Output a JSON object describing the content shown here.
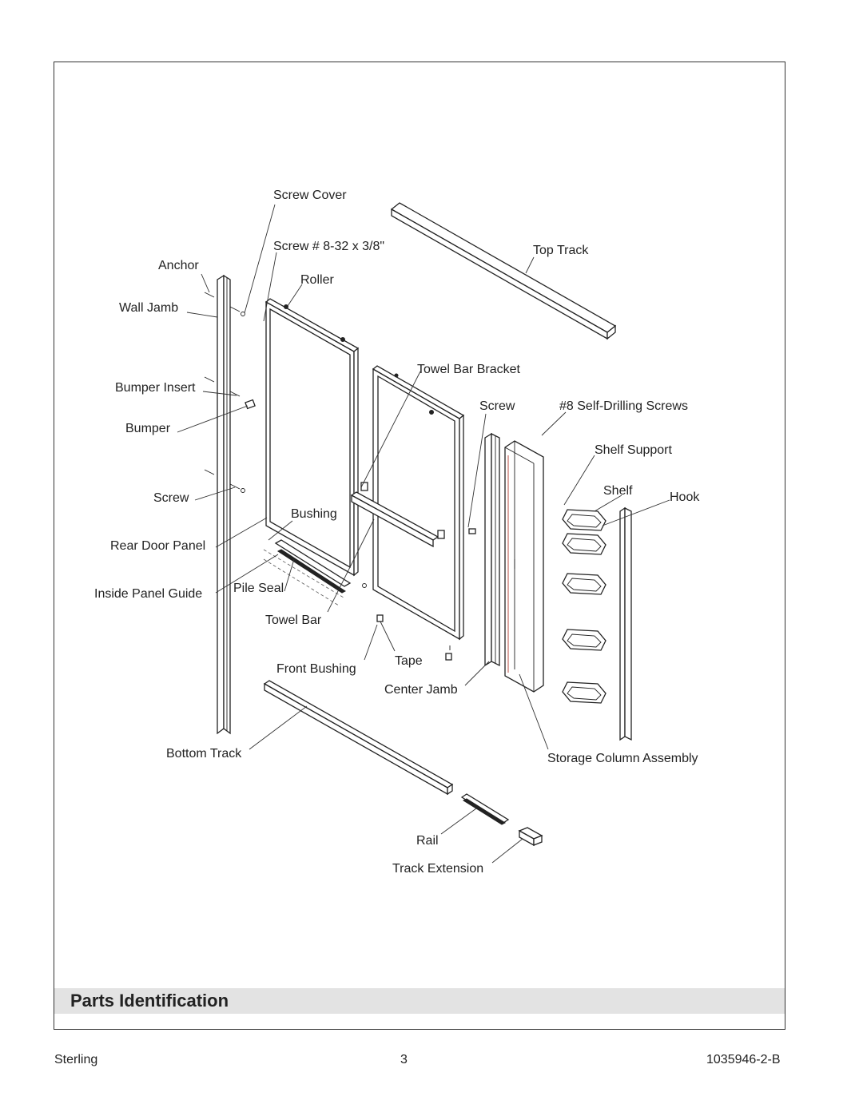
{
  "section_title": "Parts Identification",
  "labels": {
    "screw_cover": "Screw Cover",
    "screw_832": "Screw # 8-32 x 3/8\"",
    "top_track": "Top Track",
    "anchor": "Anchor",
    "roller": "Roller",
    "wall_jamb": "Wall Jamb",
    "towel_bar_bracket": "Towel Bar Bracket",
    "bumper_insert": "Bumper Insert",
    "screw_mid": "Screw",
    "self_drilling": "#8 Self-Drilling Screws",
    "bumper": "Bumper",
    "shelf_support": "Shelf Support",
    "shelf": "Shelf",
    "hook": "Hook",
    "screw_left": "Screw",
    "bushing": "Bushing",
    "rear_door_panel": "Rear Door Panel",
    "inside_panel_guide": "Inside Panel Guide",
    "pile_seal": "Pile Seal",
    "towel_bar": "Towel Bar",
    "tape": "Tape",
    "front_bushing": "Front Bushing",
    "center_jamb": "Center Jamb",
    "bottom_track": "Bottom Track",
    "storage_column": "Storage Column Assembly",
    "rail": "Rail",
    "track_extension": "Track Extension"
  },
  "footer": {
    "brand": "Sterling",
    "page": "3",
    "doc_number": "1035946-2-B"
  }
}
